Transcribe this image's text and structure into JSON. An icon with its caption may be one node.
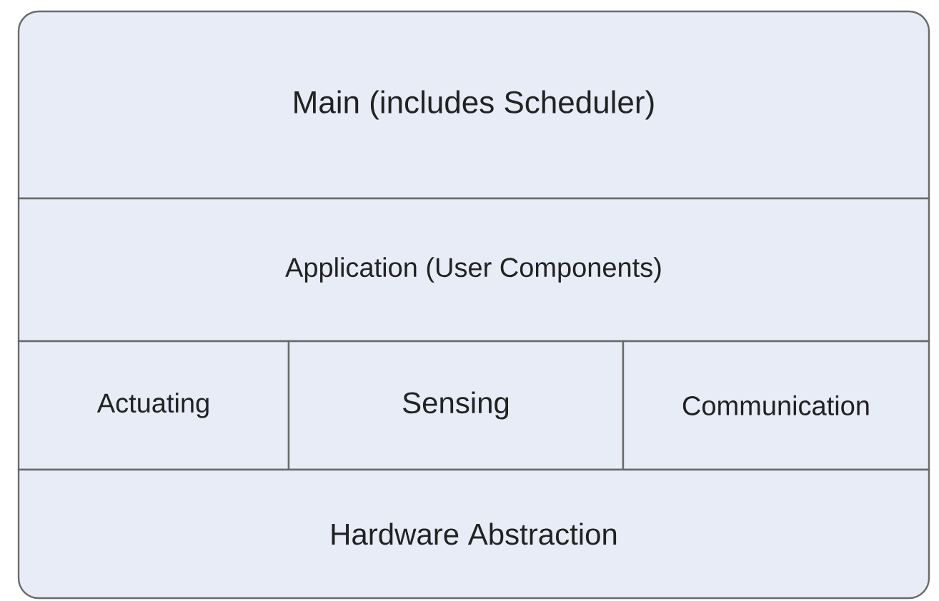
{
  "diagram": {
    "nodes": [
      {
        "text": [
          "Main (includes Scheduler)"
        ]
      },
      {
        "text": [
          "Application (User Components)"
        ]
      },
      {
        "text": [
          "Actuating"
        ]
      },
      {
        "text": [
          "Sensing"
        ]
      },
      {
        "text": [
          "Communication"
        ]
      },
      {
        "text": [
          "Hardware Abstraction"
        ]
      }
    ]
  }
}
